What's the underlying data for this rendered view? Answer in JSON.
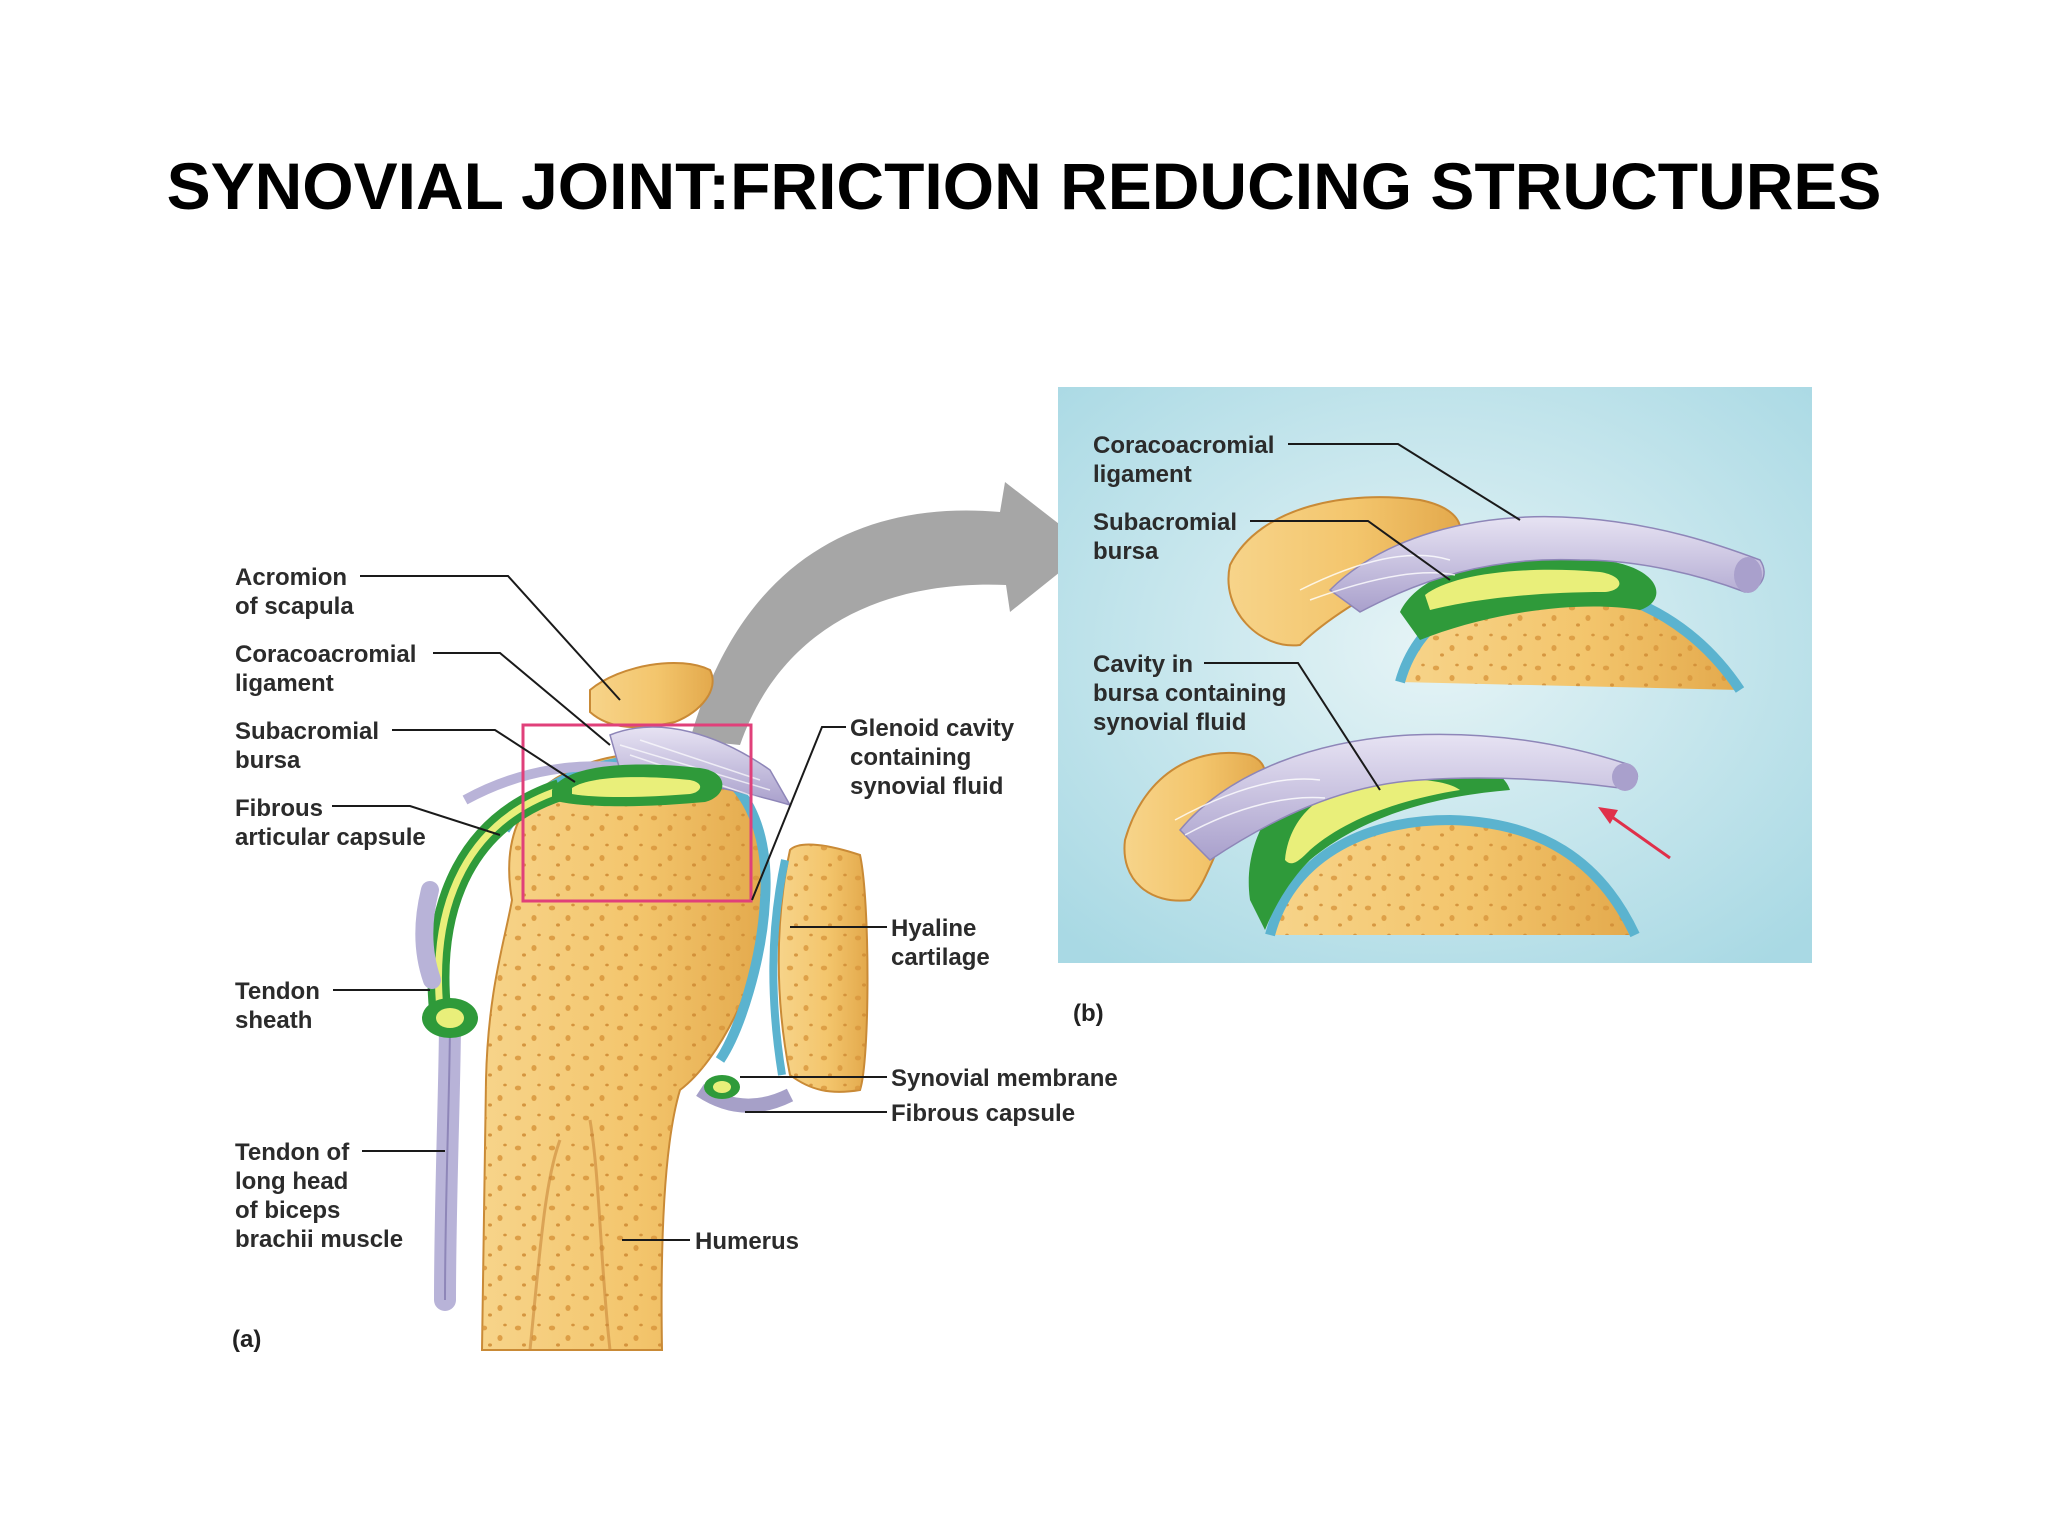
{
  "title": "SYNOVIAL JOINT:FRICTION REDUCING STRUCTURES",
  "panel_a": {
    "tag": "(a)",
    "labels": {
      "acromion_1": "Acromion",
      "acromion_2": "of scapula",
      "coraco_1": "Coracoacromial",
      "coraco_2": "ligament",
      "subacromial_1": "Subacromial",
      "subacromial_2": "bursa",
      "fibrous_art_1": "Fibrous",
      "fibrous_art_2": "articular capsule",
      "tendon_sheath_1": "Tendon",
      "tendon_sheath_2": "sheath",
      "biceps_1": "Tendon of",
      "biceps_2": "long head",
      "biceps_3": "of biceps",
      "biceps_4": "brachii muscle",
      "glenoid_1": "Glenoid cavity",
      "glenoid_2": "containing",
      "glenoid_3": "synovial fluid",
      "hyaline_1": "Hyaline",
      "hyaline_2": "cartilage",
      "synovial_membrane": "Synovial membrane",
      "fibrous_capsule": "Fibrous capsule",
      "humerus": "Humerus"
    }
  },
  "panel_b": {
    "tag": "(b)",
    "labels": {
      "coraco_1": "Coracoacromial",
      "coraco_2": "ligament",
      "subacromial_1": "Subacromial",
      "subacromial_2": "bursa",
      "cavity_1": "Cavity in",
      "cavity_2": "bursa containing",
      "cavity_3": "synovial fluid"
    }
  },
  "colors": {
    "bone": "#f2c673",
    "bone_dark": "#d99a3c",
    "bursa_green": "#2f9a3a",
    "bursa_yellow": "#e9ef7a",
    "cartilage_blue": "#5bb3cf",
    "ligament": "#c9c3e0",
    "panel_bg": "#bfe3ea",
    "zoom_box": "#e0407a",
    "arrow_gray": "#a6a6a6",
    "red_arrow": "#e0304a"
  }
}
